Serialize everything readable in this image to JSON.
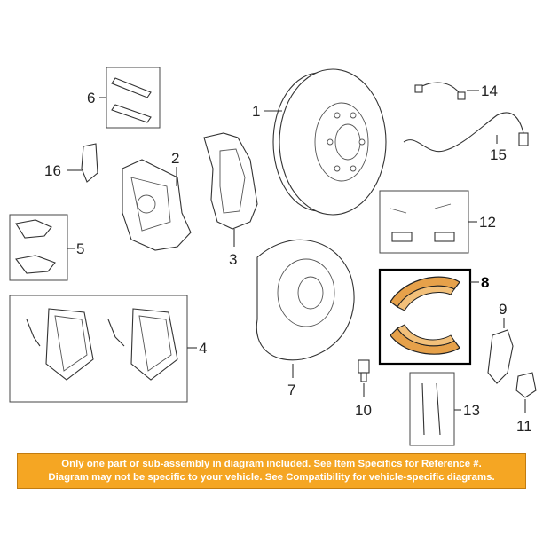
{
  "diagram": {
    "callouts": {
      "c1": "1",
      "c2": "2",
      "c3": "3",
      "c4": "4",
      "c5": "5",
      "c6": "6",
      "c7": "7",
      "c8": "8",
      "c9": "9",
      "c10": "10",
      "c11": "11",
      "c12": "12",
      "c13": "13",
      "c14": "14",
      "c15": "15",
      "c16": "16"
    },
    "highlight_color": "#e6a14a"
  },
  "disclaimer": {
    "line1": "Only one part or sub-assembly in diagram included. See Item Specifics for Reference #.",
    "line2": "Diagram may not be specific to your vehicle. See Compatibility for vehicle-specific diagrams.",
    "background_color": "#f5a623"
  }
}
